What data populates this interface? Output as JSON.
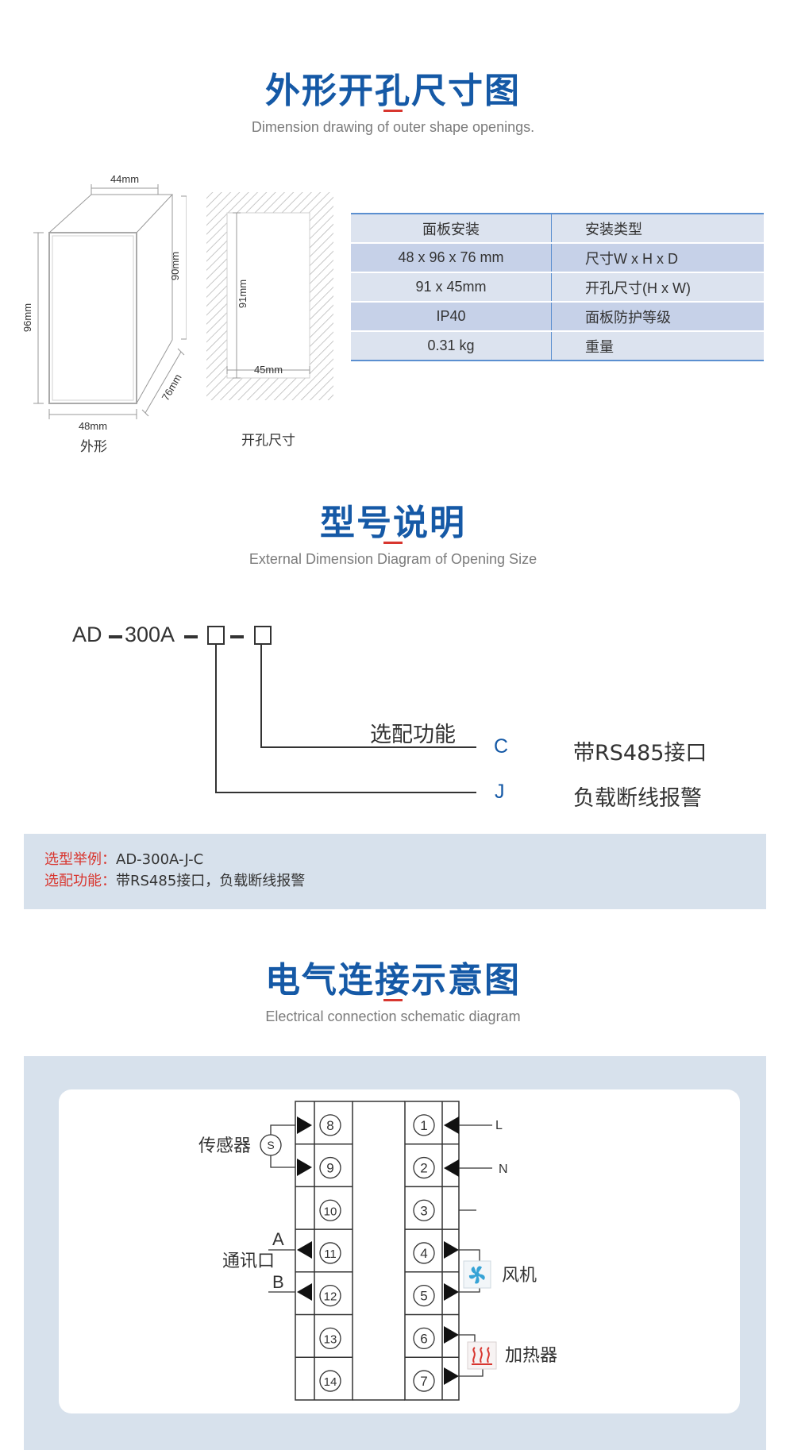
{
  "section1": {
    "title": "外形开孔尺寸图",
    "subtitle": "Dimension drawing of outer shape openings.",
    "outline": {
      "width_top": "44mm",
      "height_left": "96mm",
      "height_right": "90mm",
      "depth": "76mm",
      "width_bottom": "48mm",
      "caption": "外形"
    },
    "cutout": {
      "height": "91mm",
      "width": "45mm",
      "caption": "开孔尺寸"
    },
    "spec_table": [
      [
        "面板安装",
        "安装类型"
      ],
      [
        "48 x 96 x 76 mm",
        "尺寸W x H x D"
      ],
      [
        "91 x 45mm",
        "开孔尺寸(H x W)"
      ],
      [
        "IP40",
        "面板防护等级"
      ],
      [
        "0.31 kg",
        "重量"
      ]
    ]
  },
  "section2": {
    "title": "型号说明",
    "subtitle": "External Dimension Diagram of Opening Size",
    "model_prefix": "AD",
    "model_series": "300A",
    "option_heading": "选配功能",
    "options": [
      {
        "code": "C",
        "desc": "带RS485接口"
      },
      {
        "code": "J",
        "desc": "负载断线报警"
      }
    ],
    "example": {
      "label1": "选型举例：",
      "value1": "AD-300A-J-C",
      "label2": "选配功能：",
      "value2": "带RS485接口，负载断线报警"
    }
  },
  "section3": {
    "title": "电气连接示意图",
    "subtitle": "Electrical connection schematic diagram",
    "left_terminals": [
      "8",
      "9",
      "10",
      "11",
      "12",
      "13",
      "14"
    ],
    "right_terminals": [
      "1",
      "2",
      "3",
      "4",
      "5",
      "6",
      "7"
    ],
    "labels": {
      "sensor": "传感器",
      "sensor_symbol": "S",
      "comm": "通讯口",
      "comm_a": "A",
      "comm_b": "B",
      "power_l": "L",
      "power_n": "N",
      "fan": "风机",
      "heater": "加热器"
    },
    "accent_color": "#1559a6",
    "panel_color": "#d7e1ec"
  }
}
